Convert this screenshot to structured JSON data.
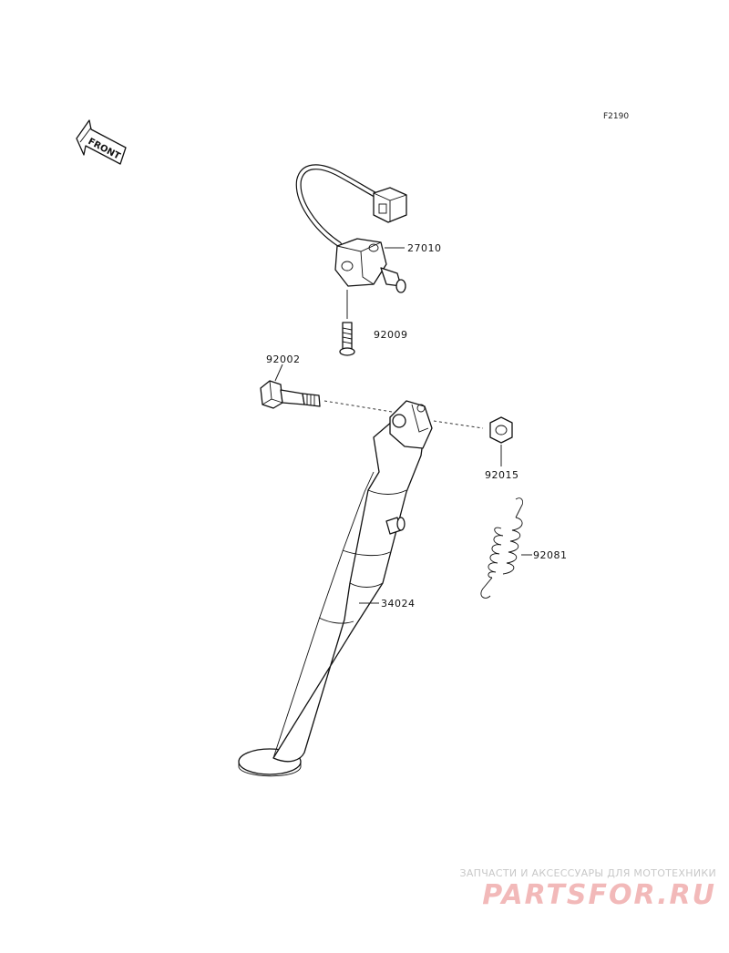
{
  "diagram": {
    "figure_code": "F2190",
    "front_arrow_label": "FRONT",
    "parts": [
      {
        "id": "switch",
        "number": "27010"
      },
      {
        "id": "switch-bolt",
        "number": "92009"
      },
      {
        "id": "pivot-bolt",
        "number": "92002"
      },
      {
        "id": "nut",
        "number": "92015"
      },
      {
        "id": "spring",
        "number": "92081"
      },
      {
        "id": "side-stand",
        "number": "34024"
      }
    ]
  },
  "watermark": {
    "tagline": "ЗАПЧАСТИ И АКСЕССУАРЫ ДЛЯ МОТОТЕХНИКИ",
    "brand": "PARTSFOR.RU"
  }
}
